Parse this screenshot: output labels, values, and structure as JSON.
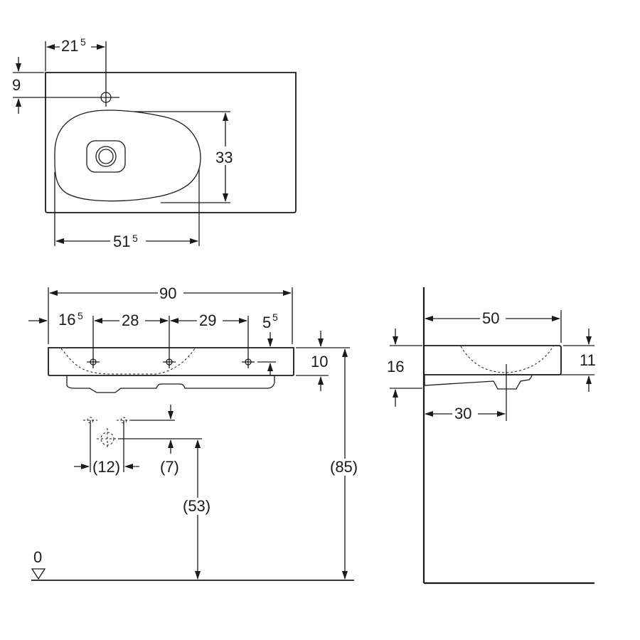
{
  "top_view": {
    "tap_offset": {
      "main": "21",
      "sup": "5"
    },
    "tap_from_back": "9",
    "bowl_depth": "33",
    "bowl_width": {
      "main": "51",
      "sup": "5"
    }
  },
  "front_view": {
    "total_width": "90",
    "left_offset": {
      "main": "16",
      "sup": "5"
    },
    "spacing_1": "28",
    "spacing_2": "29",
    "right_offset": {
      "main": "5",
      "sup": "5"
    },
    "rim_height": "10",
    "rough_in_spacing": "(12)",
    "rough_in_offset": "(7)",
    "drain_height": "(53)",
    "rim_to_floor": "(85)",
    "floor_level": "0"
  },
  "side_view": {
    "depth": "50",
    "overall_height": "16",
    "bowl_height": "11",
    "drain_from_wall": "30"
  }
}
